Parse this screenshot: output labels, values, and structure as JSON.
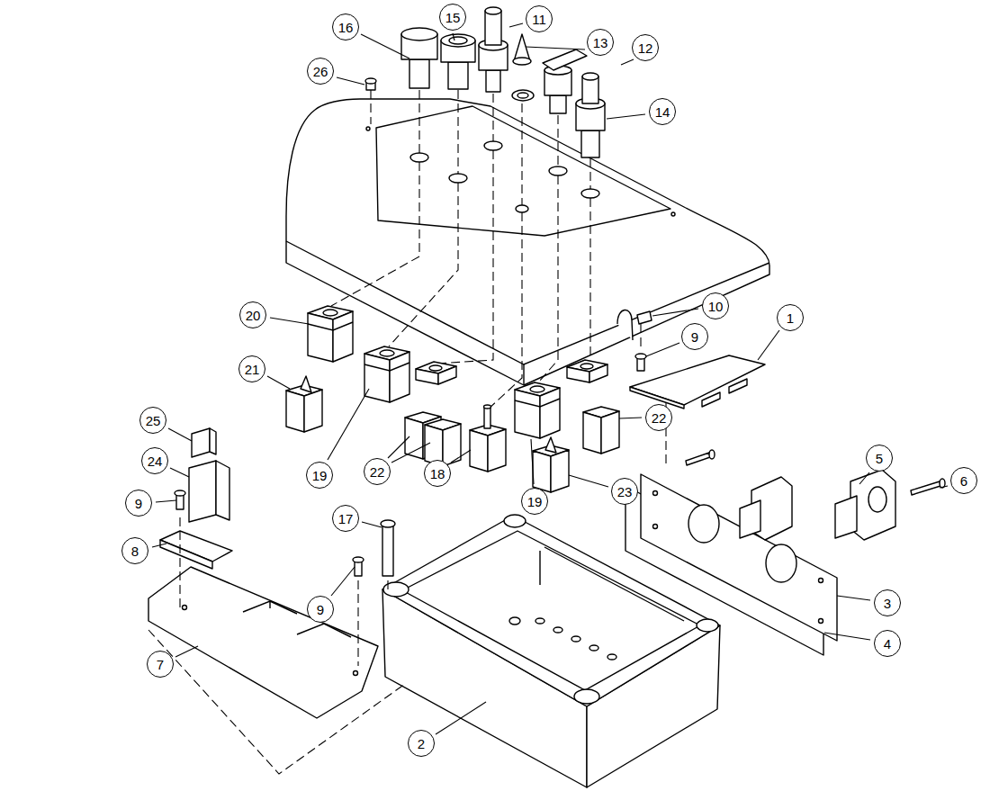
{
  "diagram": {
    "labels": [
      "16",
      "15",
      "11",
      "13",
      "12",
      "26",
      "14",
      "10",
      "1",
      "9",
      "20",
      "21",
      "19",
      "22",
      "18",
      "19",
      "22",
      "23",
      "25",
      "24",
      "9",
      "8",
      "17",
      "5",
      "6",
      "3",
      "4",
      "9",
      "7",
      "2"
    ]
  }
}
